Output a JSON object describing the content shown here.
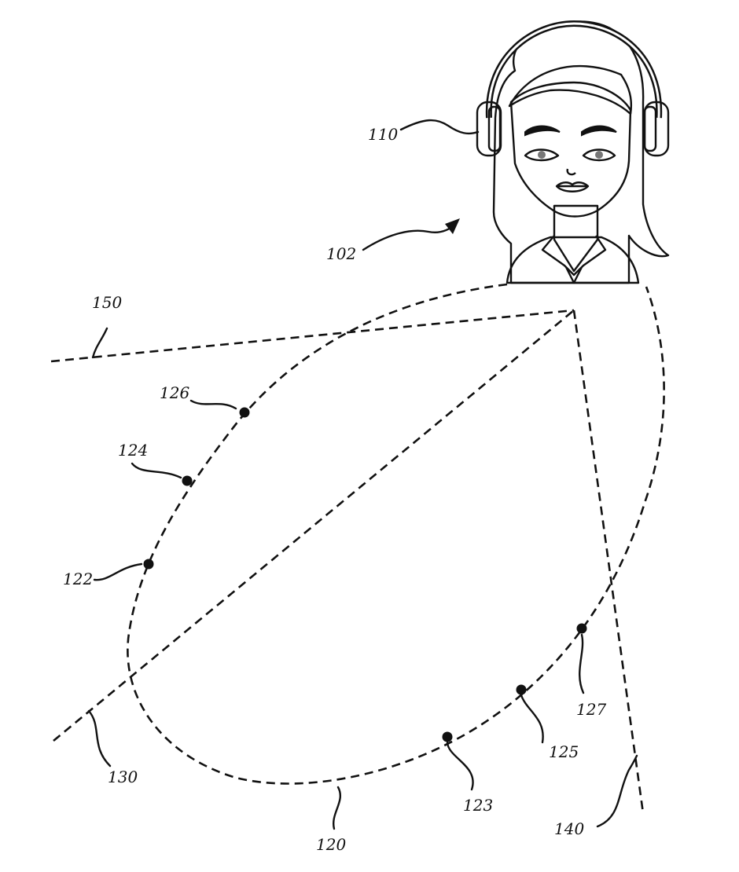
{
  "figure": {
    "labels": {
      "user": "102",
      "headphones": "110",
      "hrtf_loop": "120",
      "point_a": "122",
      "point_b": "123",
      "point_c": "124",
      "point_d": "125",
      "point_e": "126",
      "point_f": "127",
      "axis_left": "130",
      "axis_right": "140",
      "axis_top": "150"
    }
  }
}
